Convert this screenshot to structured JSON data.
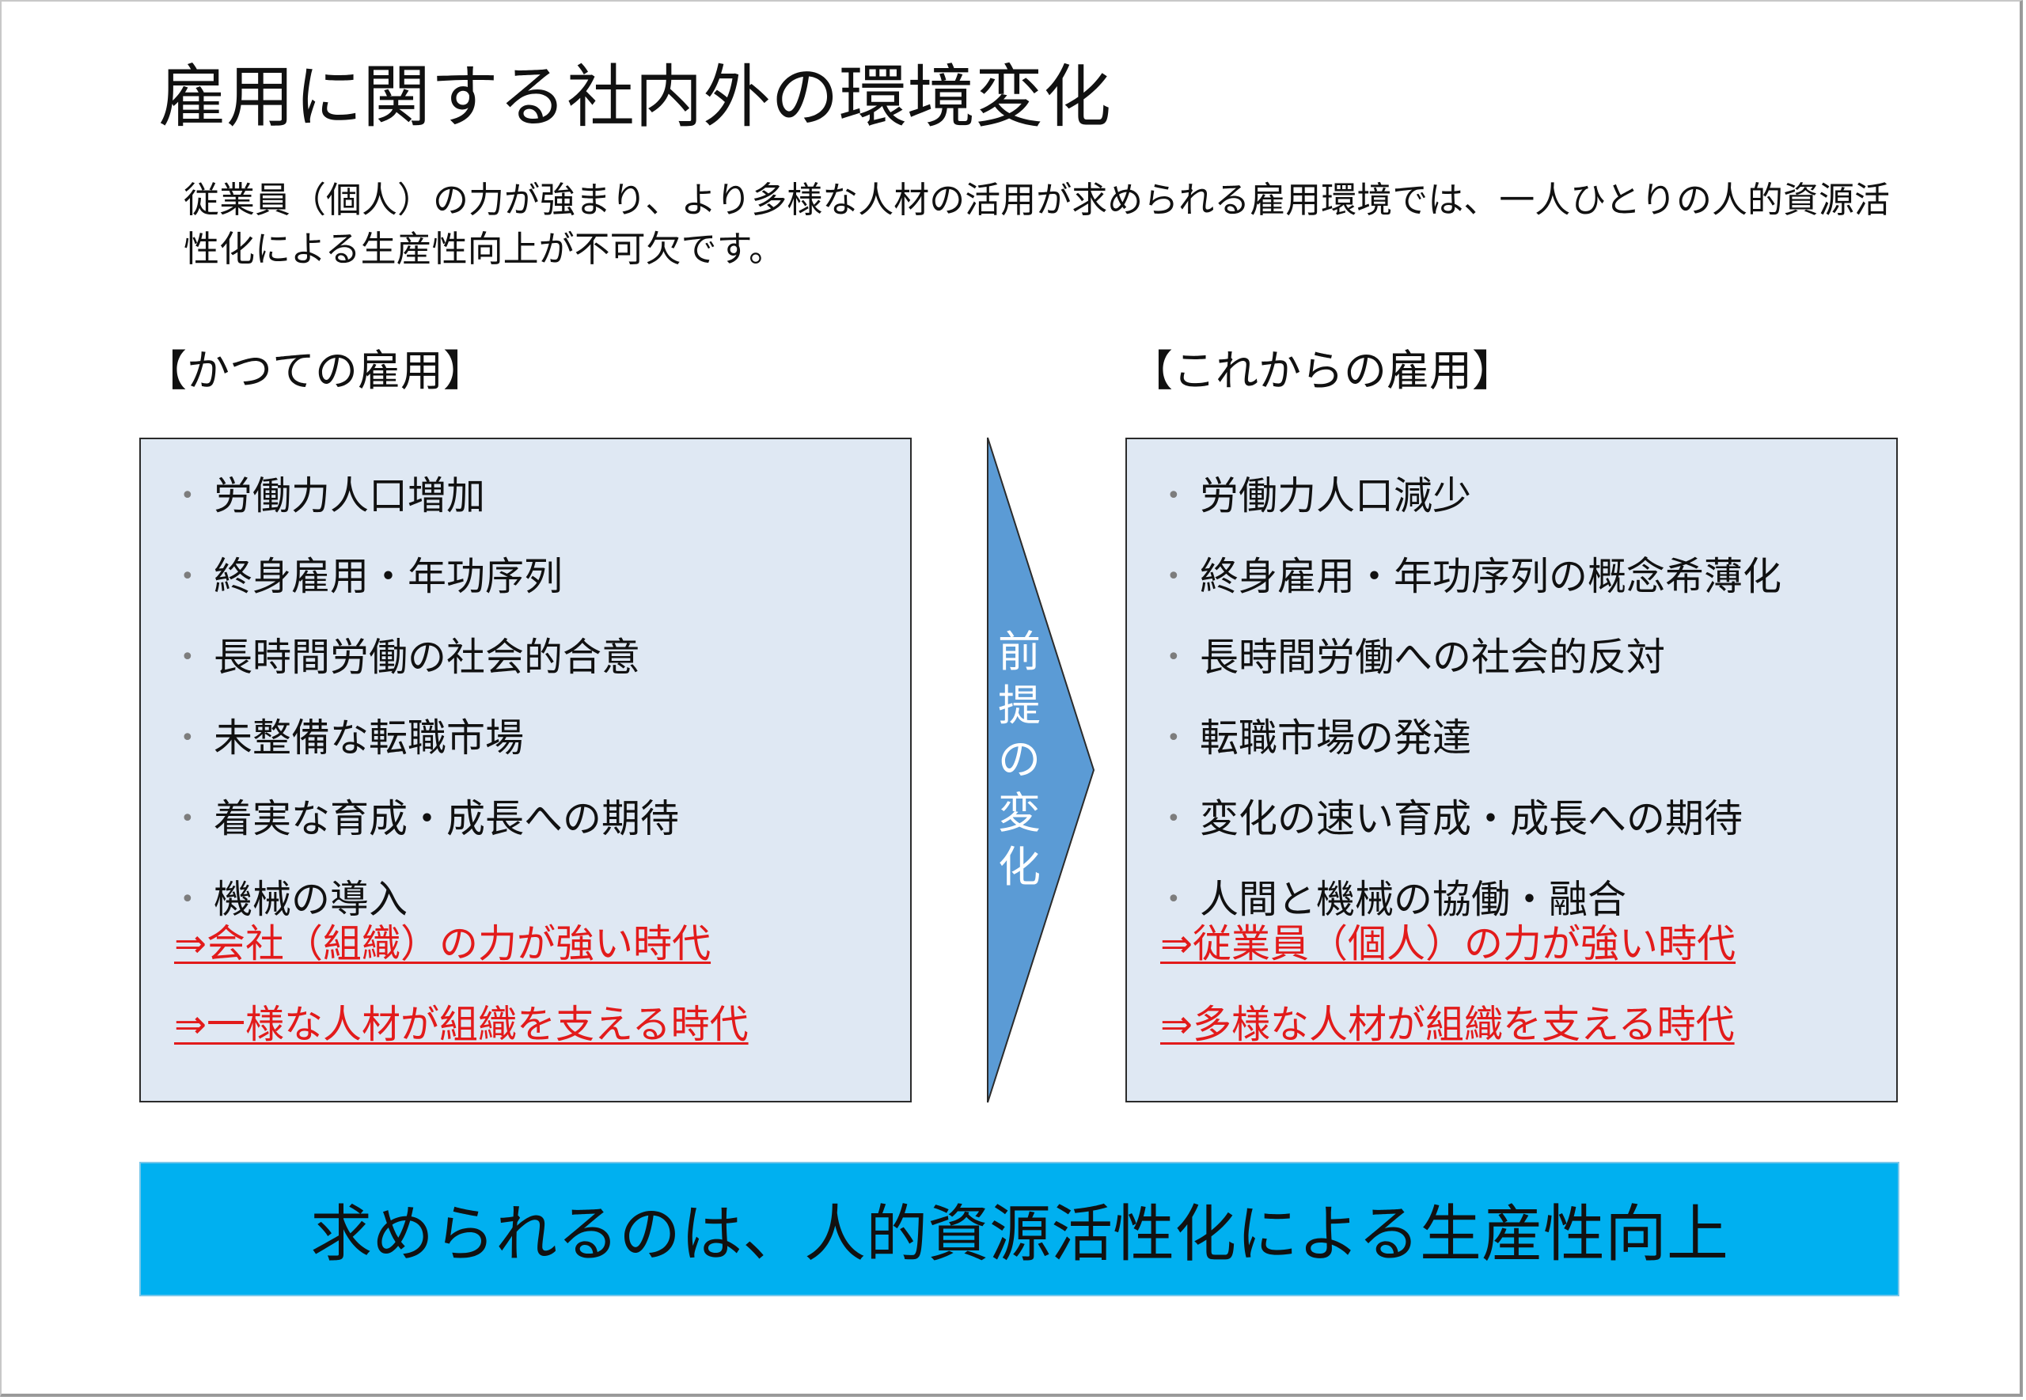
{
  "title": "雇用に関する社内外の環境変化",
  "intro": "従業員（個人）の力が強まり、より多様な人材の活用が求められる雇用環境では、一人ひとりの人的資源活性化による生産性向上が不可欠です。",
  "left": {
    "heading": "【かつての雇用】",
    "items": [
      "労働力人口増加",
      "終身雇用・年功序列",
      "長時間労働の社会的合意",
      "未整備な転職市場",
      "着実な育成・成長への期待",
      "機械の導入"
    ],
    "conclusions": [
      "⇒会社（組織）の力が強い時代",
      "⇒一様な人材が組織を支える時代"
    ]
  },
  "right": {
    "heading": "【これからの雇用】",
    "items": [
      "労働力人口減少",
      "終身雇用・年功序列の概念希薄化",
      "長時間労働への社会的反対",
      "転職市場の発達",
      "変化の速い育成・成長への期待",
      "人間と機械の協働・融合"
    ],
    "conclusions": [
      "⇒従業員（個人）の力が強い時代",
      "⇒多様な人材が組織を支える時代"
    ]
  },
  "arrow": {
    "chars": [
      "前",
      "提",
      "の",
      "変",
      "化"
    ]
  },
  "banner": "求められるのは、人的資源活性化による生産性向上",
  "colors": {
    "panel_bg": "#dfe8f3",
    "arrow": "#5b9bd5",
    "banner": "#00b0f0",
    "emphasis": "#e21b1b"
  },
  "icons": {
    "list_bullet": "bullet-dot-icon",
    "transition": "right-arrow-icon"
  }
}
